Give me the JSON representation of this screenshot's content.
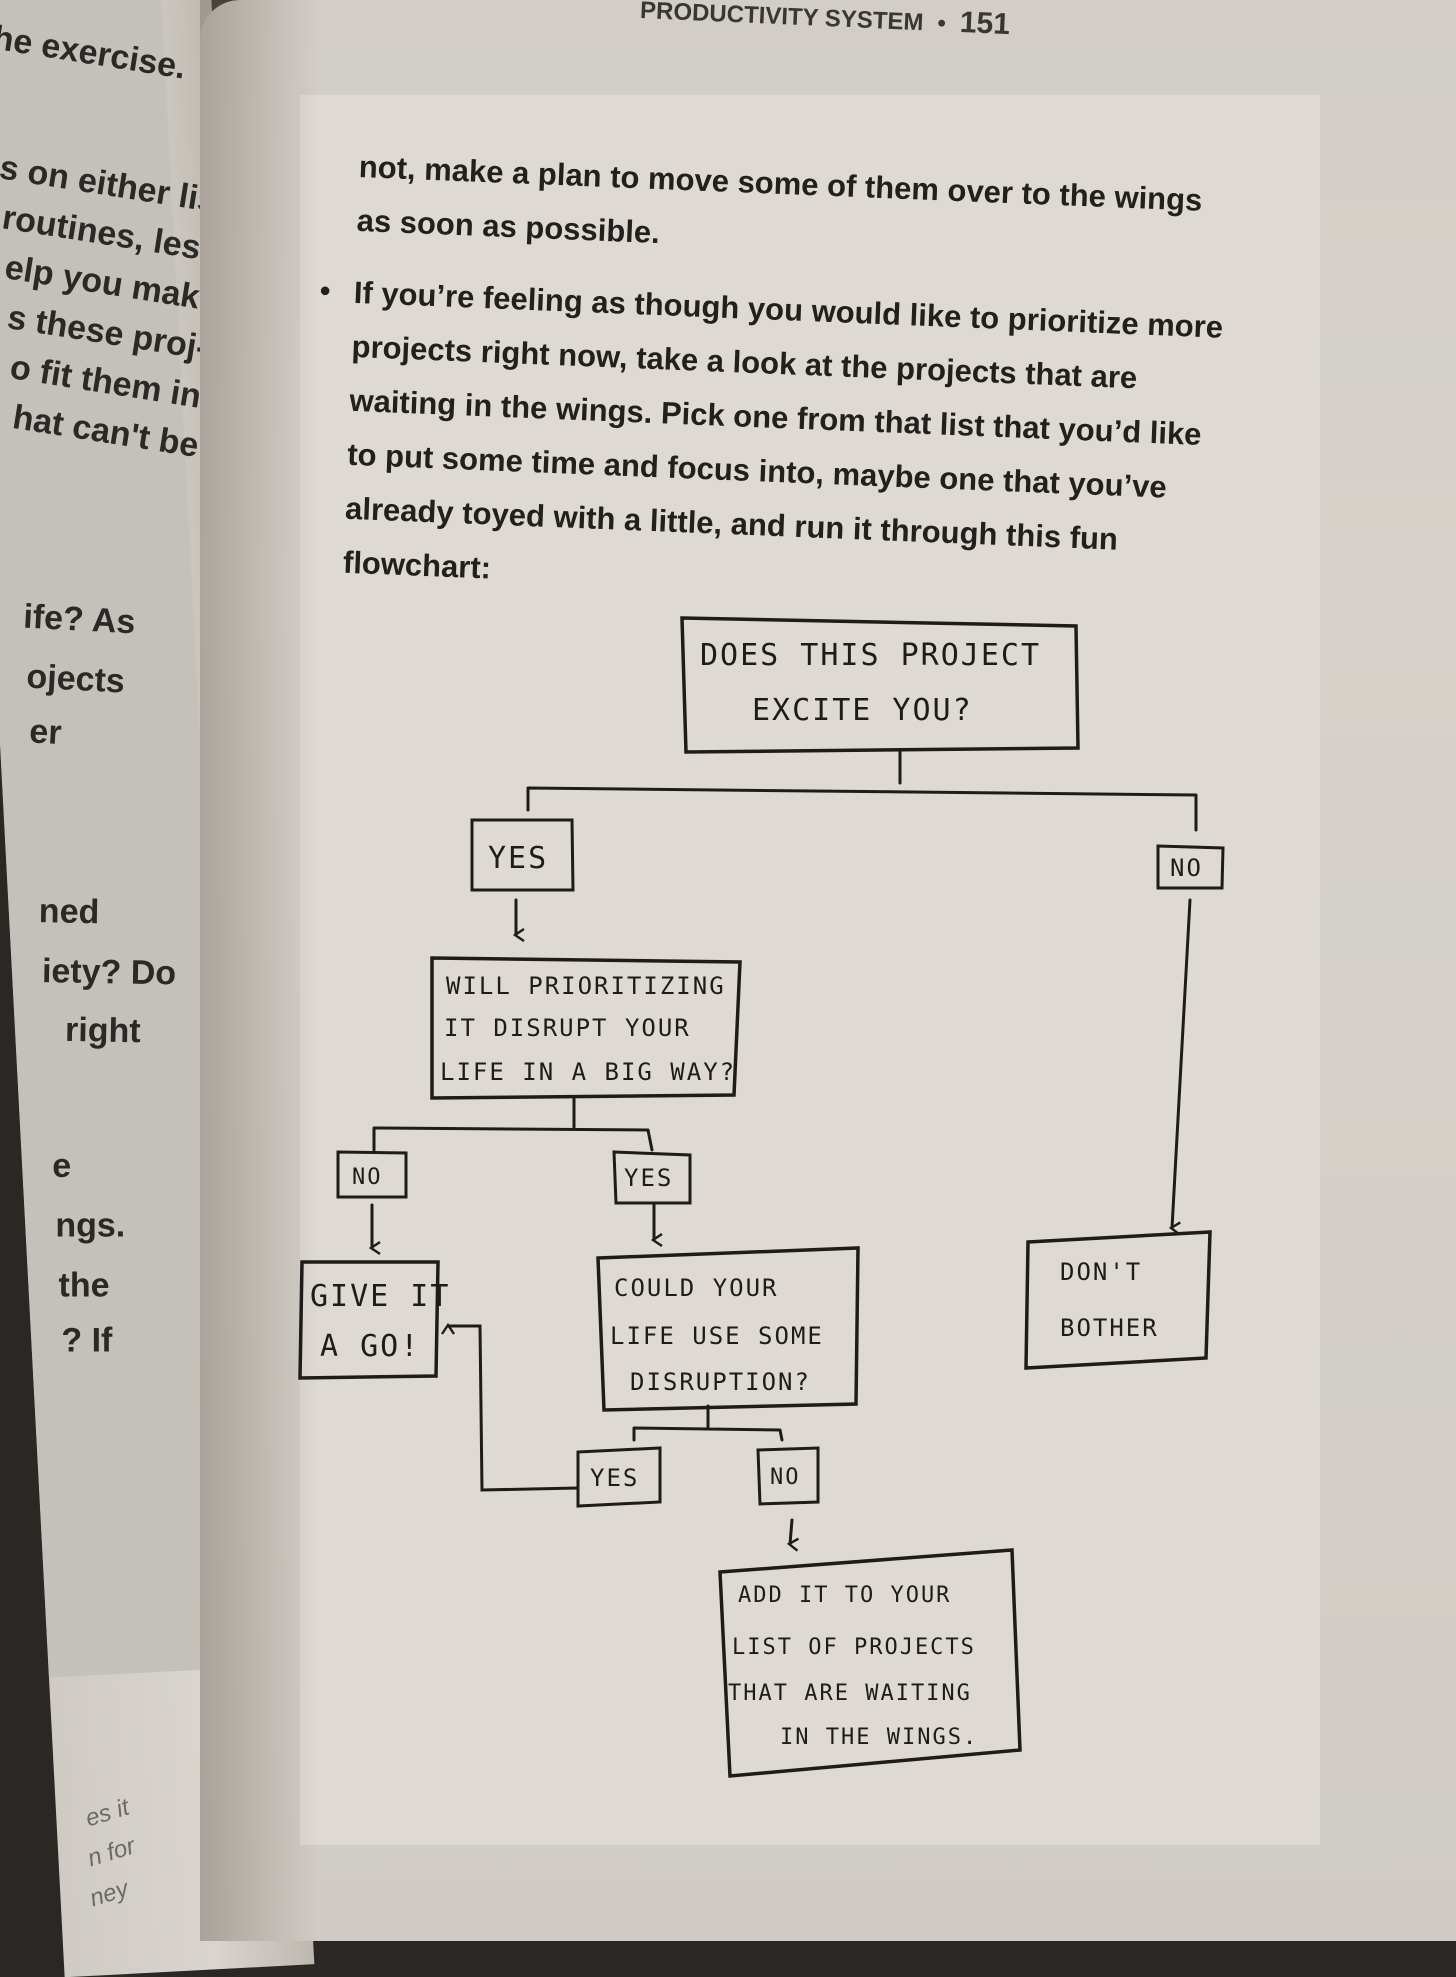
{
  "left_page": {
    "lines": [
      "he exercise.",
      "s on either list,",
      "routines, less",
      "elp you make",
      "s these proj-",
      "o fit them in",
      "hat can't be",
      "ife? As",
      "ojects",
      "er",
      "ned",
      "iety? Do",
      "right",
      "e",
      "ngs.",
      "the",
      "? If"
    ],
    "footer_lines": [
      "es it",
      "n for",
      "ney"
    ]
  },
  "header": {
    "title": "PRODUCTIVITY SYSTEM",
    "separator": "•",
    "page_number": "151"
  },
  "body": {
    "paragraph_1": "not, make a plan to move some of them over to the wings as soon as possible.",
    "bullet_1": "If you’re feeling as though you would like to prioritize more projects right now, take a look at the projects that are waiting in the wings. Pick one from that list that you’d like to put some time and focus into, maybe one that you’ve already toyed with a little, and run it through this fun flowchart:"
  },
  "flowchart": {
    "q1": [
      "DOES THIS PROJECT",
      "EXCITE YOU?"
    ],
    "q1_yes": "YES",
    "q1_no": "NO",
    "q2": [
      "WILL PRIORITIZING",
      "IT DISRUPT YOUR",
      "LIFE IN A BIG WAY?"
    ],
    "q2_no": "NO",
    "q2_yes": "YES",
    "give_it_a_go": [
      "GIVE IT",
      "A GO!"
    ],
    "q3": [
      "COULD YOUR",
      "LIFE USE SOME",
      "DISRUPTION?"
    ],
    "q3_yes": "YES",
    "q3_no": "NO",
    "dont_bother": [
      "DON'T",
      "BOTHER"
    ],
    "add_to_list": [
      "ADD IT TO YOUR",
      "LIST OF PROJECTS",
      "THAT ARE WAITING",
      "IN THE WINGS."
    ]
  }
}
